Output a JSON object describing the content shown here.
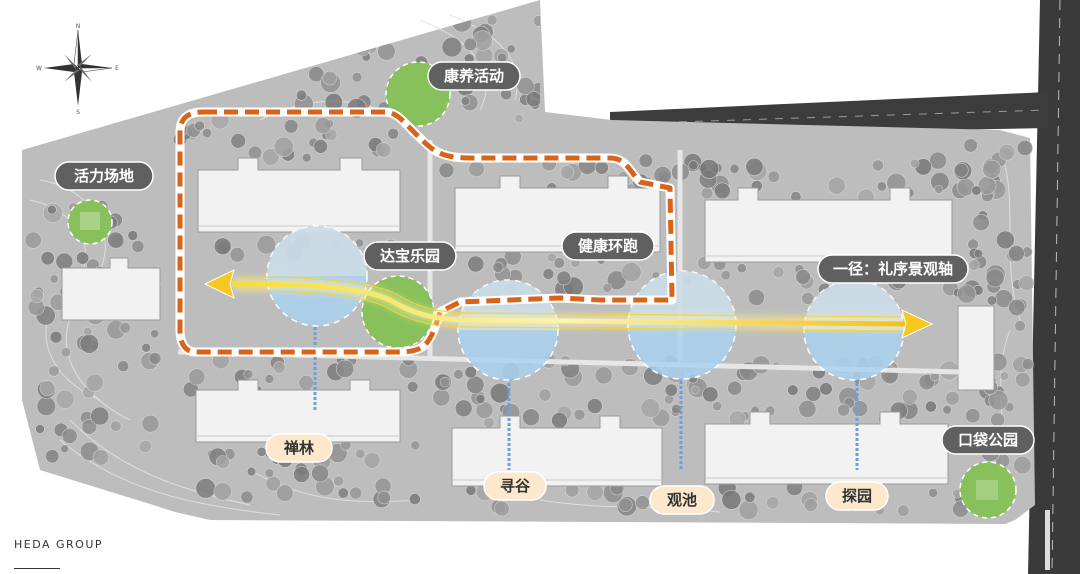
{
  "colors": {
    "route_dashed": "#d86318",
    "axis_arrow": "#f2c521",
    "green_node": "#86bf5a",
    "water_node": "#a8d0ee",
    "dark_label": "#5f5f5f",
    "light_label": "#fbe9cf",
    "road": "#3c3c3c",
    "ground": "#bcbcbc",
    "building": "#f1f1f1",
    "tree": "#8e8e8e"
  },
  "labels": {
    "kangyang": "康养活动",
    "huoli": "活力场地",
    "dabao": "达宝乐园",
    "jiankang": "健康环跑",
    "axis": "一径：礼序景观轴",
    "koudai": "口袋公园",
    "chanlin": "禅林",
    "xungu": "寻谷",
    "guanchi": "观池",
    "tanyuan": "探园"
  },
  "compass": {
    "icon": "compass-rose-icon",
    "n": "N",
    "s": "S",
    "e": "E",
    "w": "W"
  },
  "brand": {
    "name": "HEDA GROUP"
  }
}
